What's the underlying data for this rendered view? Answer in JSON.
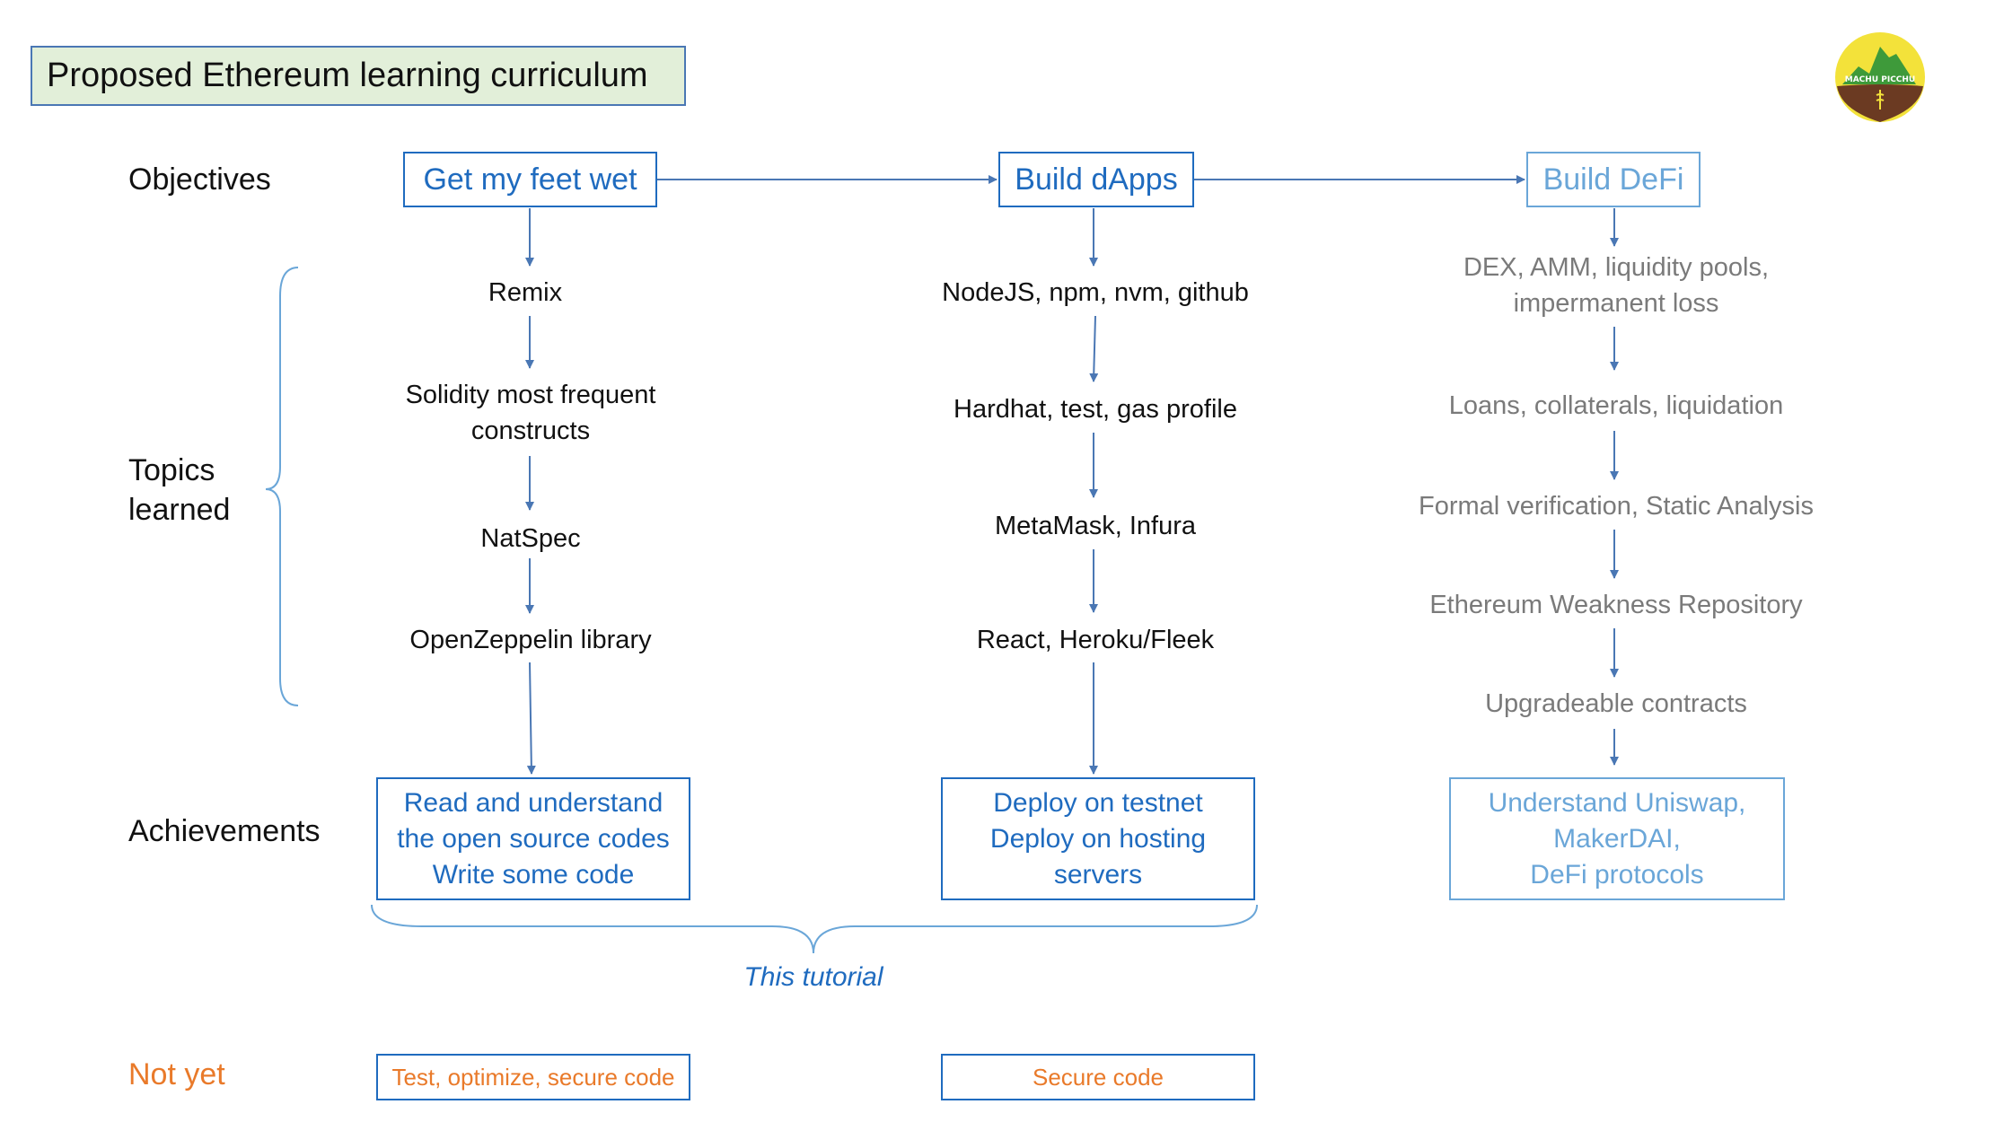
{
  "title": "Proposed Ethereum learning curriculum",
  "logo": {
    "text": "MACHU PICCHU",
    "icon": "machu-picchu-logo"
  },
  "row_labels": {
    "objectives": "Objectives",
    "topics": "Topics\nlearned",
    "achievements": "Achievements",
    "not_yet": "Not yet"
  },
  "columns": [
    {
      "objective": "Get my feet wet",
      "topics": [
        "Remix",
        "Solidity most frequent\nconstructs",
        "NatSpec",
        "OpenZeppelin library"
      ],
      "achievement": "Read and understand\nthe open source codes\nWrite some code",
      "not_yet": "Test, optimize, secure code"
    },
    {
      "objective": "Build dApps",
      "topics": [
        "NodeJS, npm, nvm, github",
        "Hardhat, test, gas profile",
        "MetaMask, Infura",
        "React, Heroku/Fleek"
      ],
      "achievement": "Deploy on testnet\nDeploy on hosting\nservers",
      "not_yet": "Secure code"
    },
    {
      "objective": "Build DeFi",
      "topics": [
        "DEX, AMM, liquidity pools,\nimpermanent loss",
        "Loans, collaterals, liquidation",
        "Formal verification, Static Analysis",
        "Ethereum Weakness Repository",
        "Upgradeable contracts"
      ],
      "achievement": "Understand Uniswap,\nMakerDAI,\nDeFi protocols"
    }
  ],
  "brace_label": "This tutorial",
  "colors": {
    "blue": "#1f6bbf",
    "light_blue": "#6aa6d8",
    "arrow": "#4a77b4",
    "orange": "#e97a2a",
    "grey_text": "#7a7a7a",
    "title_bg": "#e2efd9"
  }
}
